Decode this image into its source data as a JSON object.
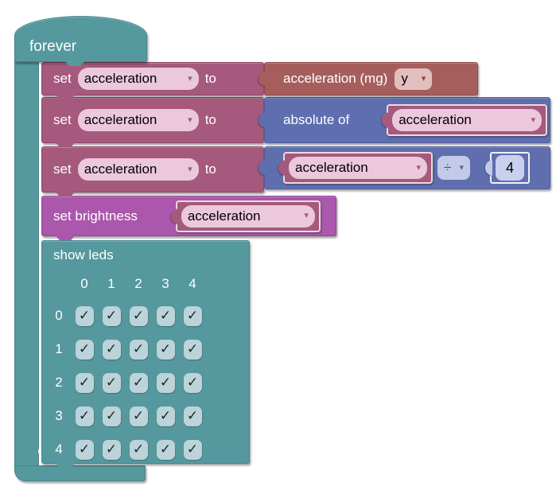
{
  "colors": {
    "loop_teal": "#55989E",
    "variable_pink": "#A5597C",
    "sensor_red": "#A55E5C",
    "math_blue": "#5F6EAE",
    "led_magenta": "#AA57AC",
    "field_pink": "#EBC8DB",
    "field_red": "#E3BEBE",
    "field_lavender": "#C3CAE8",
    "checkbox_fill": "#BCD3D9"
  },
  "forever": {
    "label": "forever"
  },
  "set_statement": {
    "set": "set",
    "to": "to",
    "variable": "acceleration"
  },
  "acceleration_sensor": {
    "label": "acceleration (mg)",
    "axis": "y"
  },
  "absolute": {
    "label": "absolute of",
    "variable": "acceleration"
  },
  "division": {
    "variable": "acceleration",
    "operator": "÷",
    "operand": "4"
  },
  "brightness": {
    "label": "set brightness",
    "variable": "acceleration"
  },
  "show_leds": {
    "label": "show leds",
    "column_headers": [
      "0",
      "1",
      "2",
      "3",
      "4"
    ],
    "row_headers": [
      "0",
      "1",
      "2",
      "3",
      "4"
    ],
    "checked": [
      [
        true,
        true,
        true,
        true,
        true
      ],
      [
        true,
        true,
        true,
        true,
        true
      ],
      [
        true,
        true,
        true,
        true,
        true
      ],
      [
        true,
        true,
        true,
        true,
        true
      ],
      [
        true,
        true,
        true,
        true,
        true
      ]
    ],
    "check_glyph": "✓"
  }
}
